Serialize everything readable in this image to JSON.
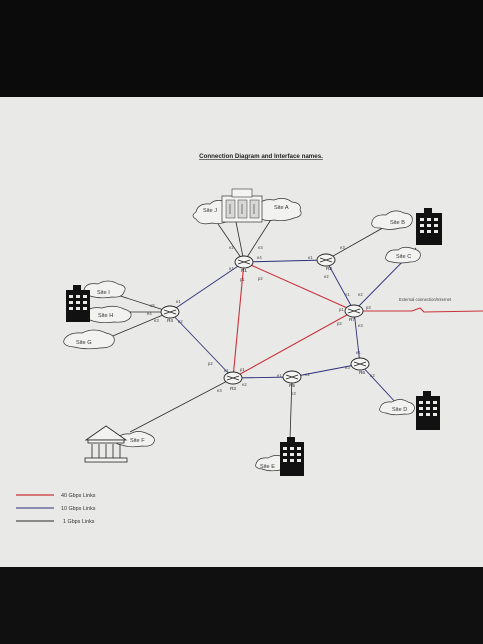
{
  "title": "Connection Diagram and Interface names.",
  "colors": {
    "link_40g": "#c8323a",
    "link_10g": "#2c2f7a",
    "link_1g": "#2a2a2a",
    "paper": "#e9e9e7"
  },
  "sites": {
    "site_j": "Site J",
    "site_a": "Site A",
    "site_b": "Site B",
    "site_c": "Site C",
    "site_i": "Site I",
    "site_h": "Site H",
    "site_g": "Site G",
    "site_d": "Site D",
    "site_e": "Site E",
    "site_f": "Site F"
  },
  "routers": {
    "r1": "R1",
    "r2": "R2",
    "r3": "R3",
    "r4": "R4",
    "r5": "R5",
    "r6": "R6",
    "r7": "R7"
  },
  "interfaces": {
    "r1_e2": "e2",
    "r1_e3": "e3",
    "r1_e4": "e4",
    "r1_e1": "e1",
    "r1_p1": "p1",
    "r1_p2": "p2",
    "r2_e1": "e1",
    "r2_e3": "e3",
    "r2_e2": "e2",
    "r7_e1": "e1",
    "r7_e2": "e2",
    "r7_p1": "p1",
    "r7_p3": "p3",
    "r7_p2": "p2",
    "r7_e3": "e3",
    "r4_e5": "e5",
    "r4_e1": "e1",
    "r4_e4": "e4",
    "r4_e3": "e3",
    "r4_e2": "e2",
    "r3_p2": "p2",
    "r3_e1": "e1",
    "r3_p1": "p1",
    "r3_e3": "e3",
    "r3_e2": "e2",
    "r5_e1": "e1",
    "r5_e2": "e2",
    "r5_e3": "e3",
    "r6_e1": "e1",
    "r6_e3": "e3",
    "r6_e2": "e2"
  },
  "external": "External connection/Internet",
  "legend": {
    "l40": "40 Gbps Links",
    "l10": "10 Gbps Links",
    "l1": "1 Gbps Links"
  }
}
